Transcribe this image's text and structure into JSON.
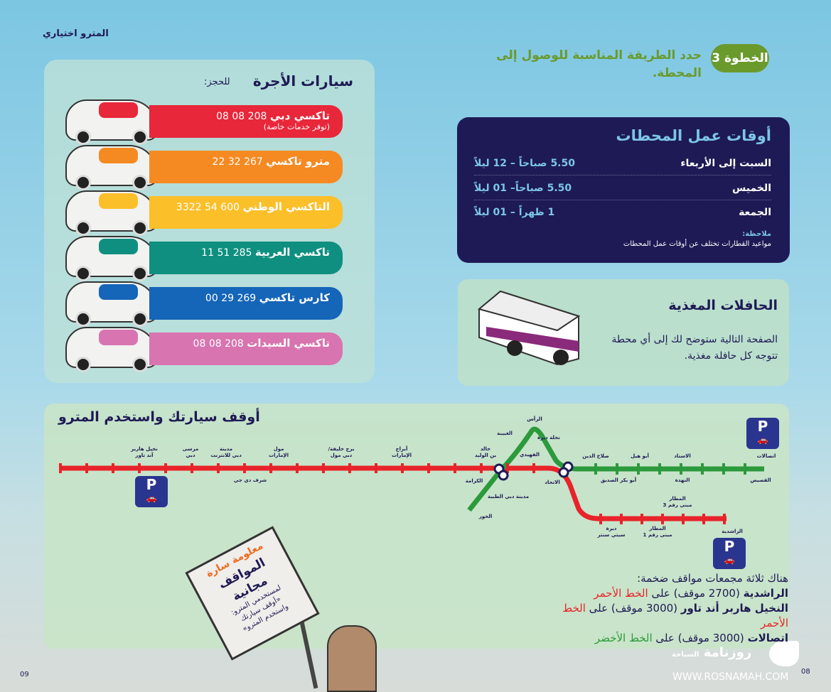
{
  "header": {
    "section": "المترو اختياري"
  },
  "step": {
    "badge": "الخطوة 3",
    "text": "حدد الطريقة المناسبة للوصول إلى المحطة."
  },
  "taxi": {
    "title": "سيارات الأجرة",
    "book": "للحجز:",
    "items": [
      {
        "name": "تاكسي دبي",
        "phone": "208 08 08",
        "note": "(توفر خدمات خاصة)",
        "color": "#e8273a"
      },
      {
        "name": "مترو تاكسي",
        "phone": "267 32 22",
        "color": "#f58a22"
      },
      {
        "name": "التاكسي الوطني",
        "phone": "600 54 3322",
        "color": "#fbbf2a"
      },
      {
        "name": "تاكسي العربية",
        "phone": "285 51 11",
        "color": "#0f8f80"
      },
      {
        "name": "كارس تاكسي",
        "phone": "269 29 00",
        "color": "#1565b8"
      },
      {
        "name": "تاكسي السيدات",
        "phone": "208 08 08",
        "color": "#d874b0"
      }
    ]
  },
  "hours": {
    "title": "أوقات عمل المحطات",
    "rows": [
      {
        "day": "السبت إلى الأربعاء",
        "time": "5.50 صباحاً – 12 ليلاً"
      },
      {
        "day": "الخميس",
        "time": "5.50 صباحاً– 01 ليلاً"
      },
      {
        "day": "الجمعة",
        "time": "1 ظهراً – 01 ليلاً"
      }
    ],
    "note_label": "ملاحظة:",
    "note": "مواعيد القطارات تختلف عن أوقات عمل المحطات"
  },
  "feeder": {
    "title": "الحافلات المغذية",
    "text": "الصفحة التالية ستوضح لك إلى أي محطة تتوجه كل حافلة مغذية."
  },
  "map": {
    "title": "أوقف سيارتك واستخدم المترو",
    "parking_letter": "P",
    "stations": [
      "نخيل هاربر\nآند تاور",
      "مرسى\nدبي",
      "مدينة\nدبي للانترنت",
      "مول\nالإمارات",
      "برج خليفة/\nدبي مول",
      "أبراج\nالإمارات",
      "شرف دي جي",
      "الرأس",
      "الغبيبة",
      "نخلة ديرة",
      "خالد\nبن الوليد",
      "الفهيدي",
      "صلاح الدين",
      "أبو هيل",
      "الاستاد",
      "اتصالات",
      "الكرامة",
      "الاتحاد",
      "أبو بكر الصديق",
      "النهدة",
      "القصيص",
      "مدينة دبي الطبية",
      "الخور",
      "المطار\nمبنى رقم 3",
      "ديرة\nسيتي سنتر",
      "المطار\nمبنى رقم 1",
      "الراشدية"
    ],
    "colors": {
      "red": "#e8232a",
      "green": "#2c9a3c"
    }
  },
  "parking_info": {
    "intro": "هناك ثلاثة مجمعات مواقف ضخمة:",
    "on": "على",
    "lines": [
      {
        "name": "الراشدية",
        "count": "(2700 موقف)",
        "line": "الخط الأحمر",
        "color": "red"
      },
      {
        "name": "النخيل هاربر أند تاور",
        "count": "(3000 موقف)",
        "line": "الخط الأحمر",
        "color": "red"
      },
      {
        "name": "اتصالات",
        "count": "(3000 موقف)",
        "line": "الخط الأخضر",
        "color": "green"
      }
    ]
  },
  "sign": {
    "tag": "معلومة سارة",
    "title1": "المواقف",
    "title2": "مجانية",
    "line1": "لمستخدمي المترو:",
    "line2": "«أوقف سيارتك",
    "line3": "واستخدم المترو»"
  },
  "footer": {
    "page_left": "09",
    "page_right": "08",
    "logo": "روزنامة",
    "logo_sub": "السياحة",
    "url": "WWW.ROSNAMAH.COM"
  }
}
